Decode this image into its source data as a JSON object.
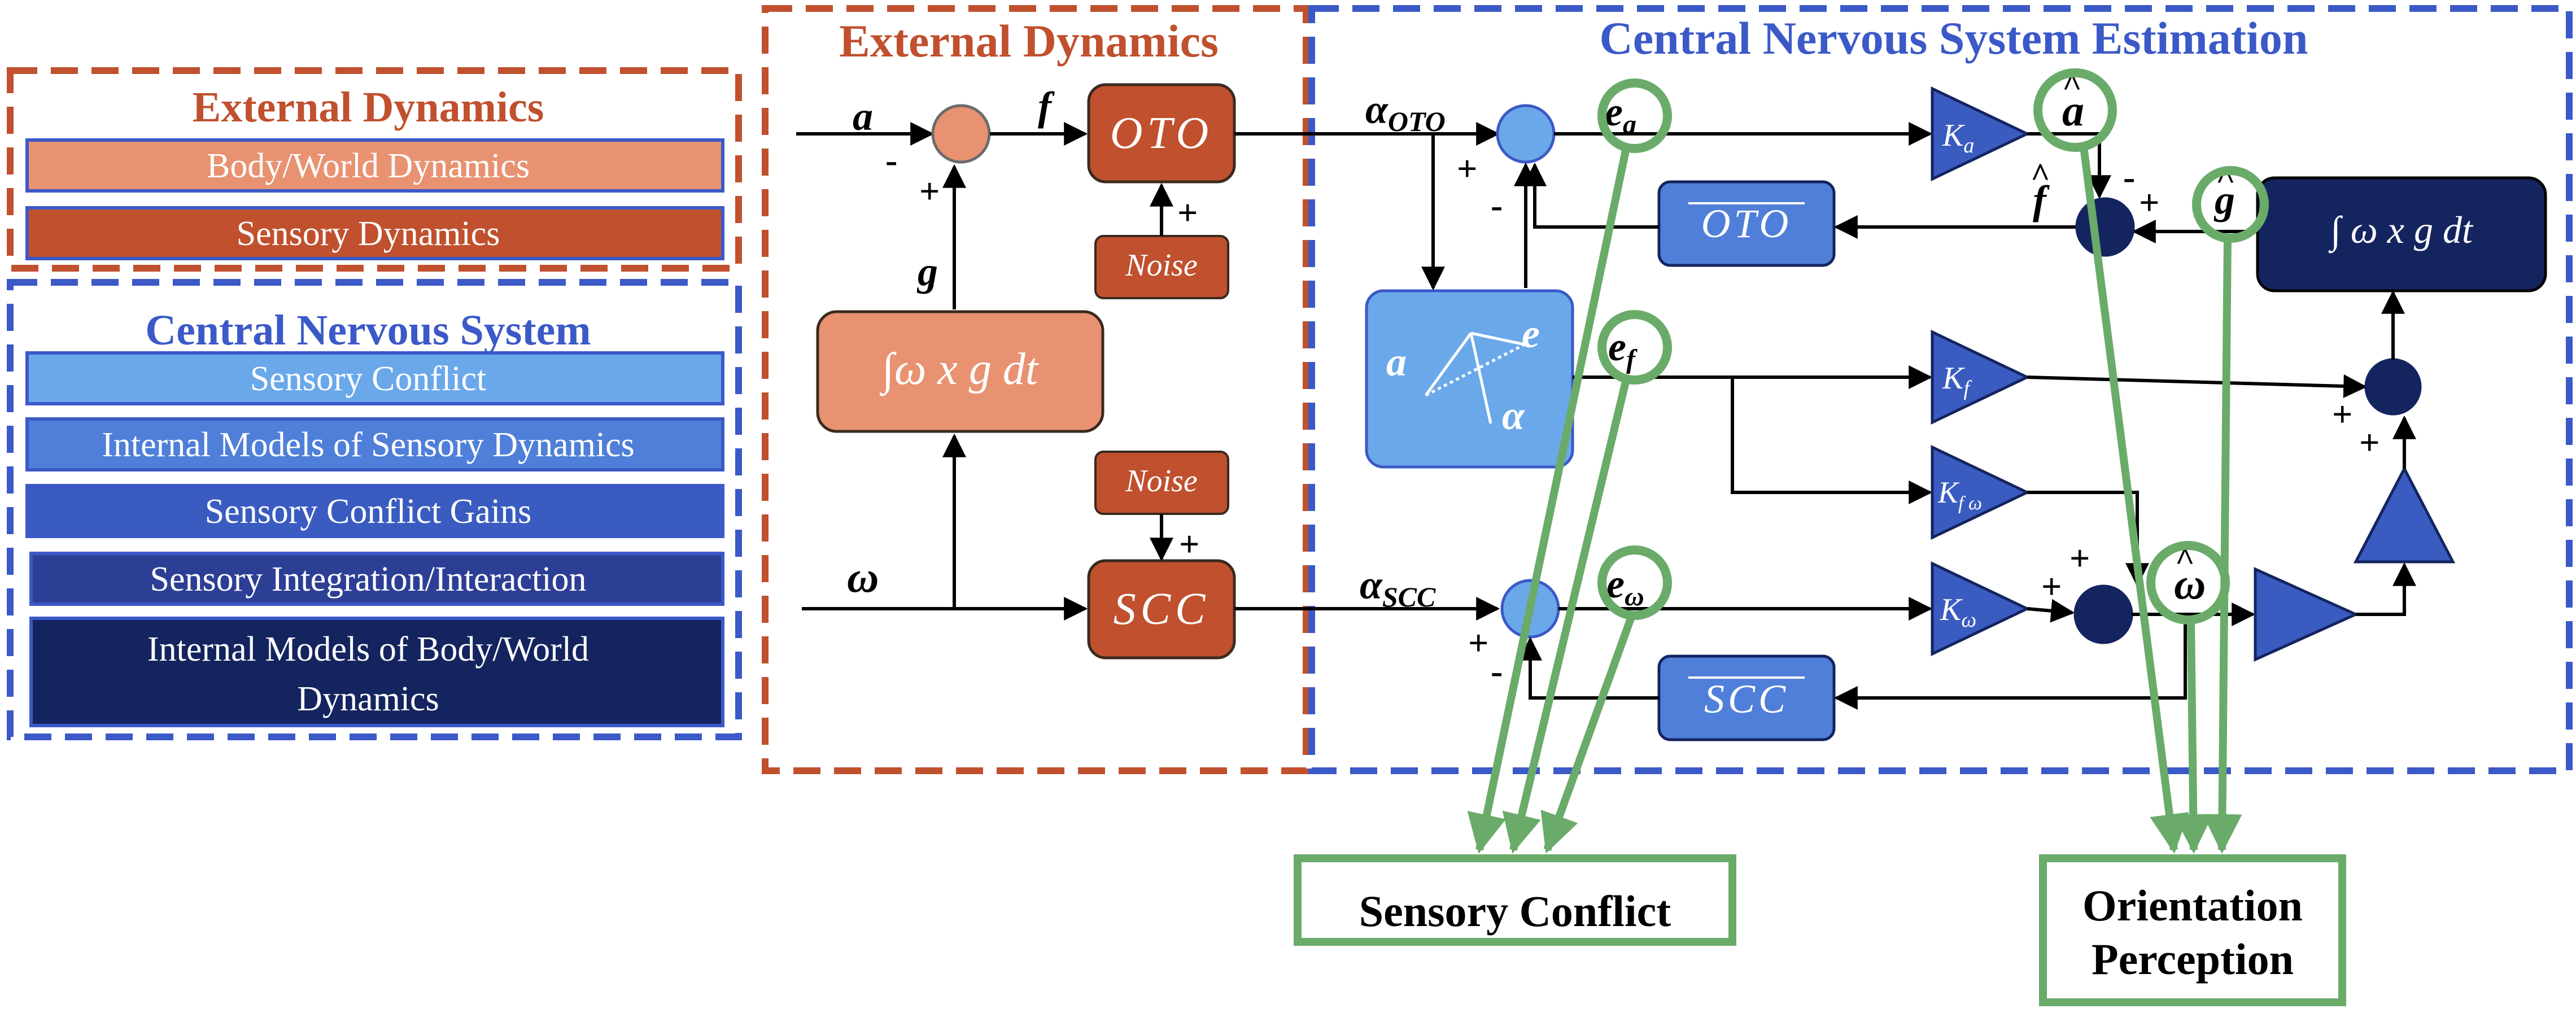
{
  "legend": {
    "external_title": "External Dynamics",
    "external_items": [
      "Body/World Dynamics",
      "Sensory Dynamics"
    ],
    "cns_title": "Central Nervous System",
    "cns_items": [
      "Sensory Conflict",
      "Internal Models of Sensory Dynamics",
      "Sensory Conflict Gains",
      "Sensory Integration/Interaction",
      "Internal Models of Body/World",
      "Dynamics"
    ]
  },
  "external_region": {
    "title": "External Dynamics",
    "input_a": "a",
    "input_omega": "ω",
    "signal_f": "f",
    "signal_g": "g",
    "integrator": "∫ω x g dt",
    "oto": "OTO",
    "scc": "SCC",
    "noise_label": "Noise",
    "minus": "-",
    "plus": "+"
  },
  "cns_region": {
    "title": "Central Nervous System Estimation",
    "alpha_oto_main": "α",
    "alpha_oto_sub": "OTO",
    "alpha_scc_main": "α",
    "alpha_scc_sub": "SCC",
    "error_a": "e",
    "error_a_sub": "a",
    "error_f": "e",
    "error_f_sub": "f",
    "error_omega": "e",
    "error_omega_sub": "ω",
    "oto_hat": "OTO",
    "scc_hat": "SCC",
    "gain_a": "K",
    "gain_a_sub": "a",
    "gain_f": "K",
    "gain_f_sub": "f",
    "gain_fw": "K",
    "gain_fw_sub": "f ω",
    "gain_w": "K",
    "gain_w_sub": "ω",
    "a_hat": "a",
    "f_hat": "f",
    "g_hat": "g",
    "omega_hat": "ω",
    "integrator_hat": "∫ ω x g dt",
    "angle_a_hat": "a",
    "angle_e": "e",
    "angle_alpha": "α",
    "minus": "-",
    "plus": "+"
  },
  "outputs": {
    "sensory_conflict": "Sensory Conflict",
    "orientation_line1": "Orientation",
    "orientation_line2": "Perception"
  },
  "colors": {
    "red_dashed": "#c0502e",
    "blue_dashed": "#3b59c7",
    "body_world": "#e89272",
    "sensory_dyn": "#c0502e",
    "sensory_conflict": "#6aa8ea",
    "internal_sensory": "#4f7fd8",
    "conflict_gains": "#3a5cc0",
    "integration": "#2d3f95",
    "internal_body": "#14245f",
    "green": "#6aab6a"
  }
}
